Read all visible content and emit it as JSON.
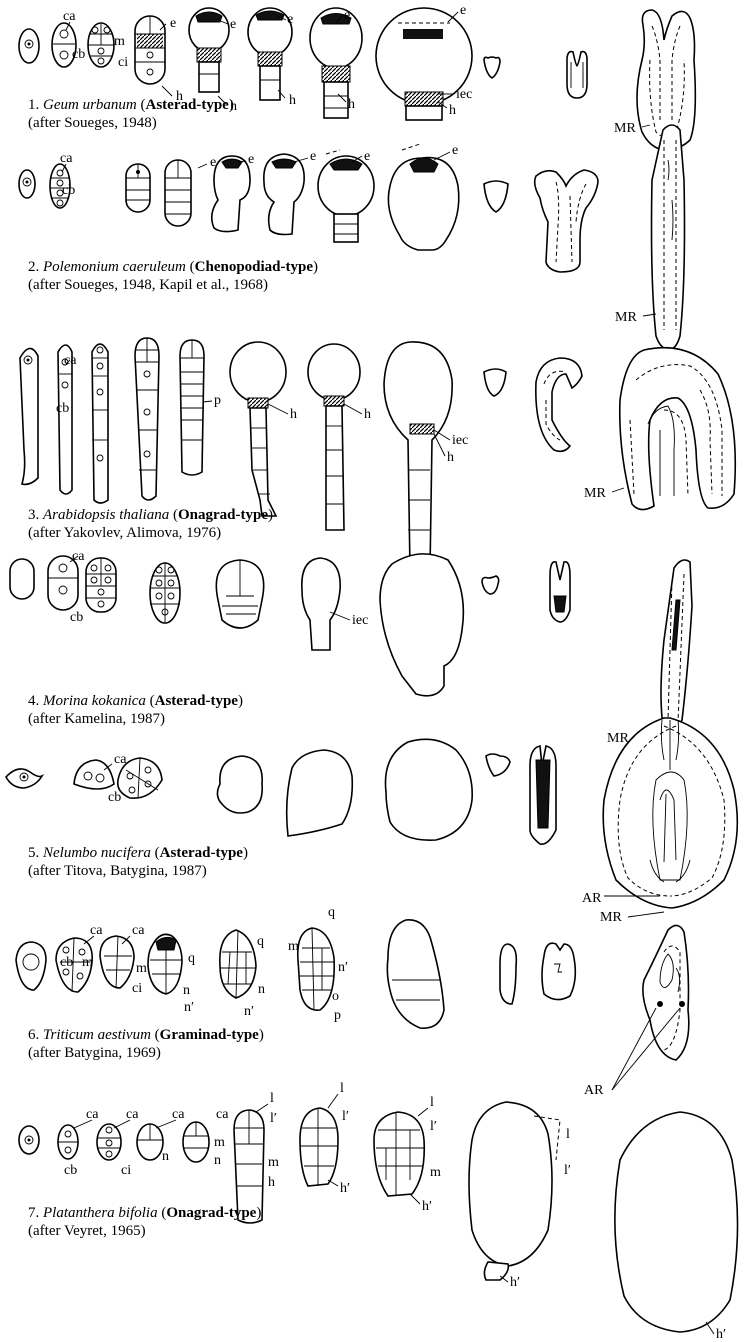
{
  "rows": [
    {
      "number": "1.",
      "species": "Geum urbanum",
      "type": "Asterad-type",
      "citation": "(after Soueges, 1948)"
    },
    {
      "number": "2.",
      "species": "Polemonium caeruleum",
      "type": "Chenopodiad-type",
      "citation": "(after Soueges, 1948, Kapil et al., 1968)"
    },
    {
      "number": "3.",
      "species": "Arabidopsis thaliana",
      "type": "Onagrad-type",
      "citation": "(after Yakovlev, Alimova, 1976)"
    },
    {
      "number": "4.",
      "species": "Morina kokanica",
      "type": "Asterad-type",
      "citation": "(after Kamelina, 1987)"
    },
    {
      "number": "5.",
      "species": "Nelumbo nucifera",
      "type": "Asterad-type",
      "citation": "(after Titova, Batygina, 1987)"
    },
    {
      "number": "6.",
      "species": "Triticum aestivum",
      "type": "Graminad-type",
      "citation": "(after Batygina, 1969)"
    },
    {
      "number": "7.",
      "species": "Platanthera bifolia",
      "type": "Onagrad-type",
      "citation": "(after Veyret, 1965)"
    }
  ],
  "labels": {
    "ca": "ca",
    "cb": "cb",
    "ci": "ci",
    "m": "m",
    "e": "e",
    "h": "h",
    "p": "p",
    "iec": "iec",
    "mr": "MR",
    "ar": "AR",
    "q": "q",
    "n": "n",
    "n_prime": "n′",
    "o": "o",
    "l": "l",
    "l_prime": "l′",
    "h_prime": "h′"
  }
}
